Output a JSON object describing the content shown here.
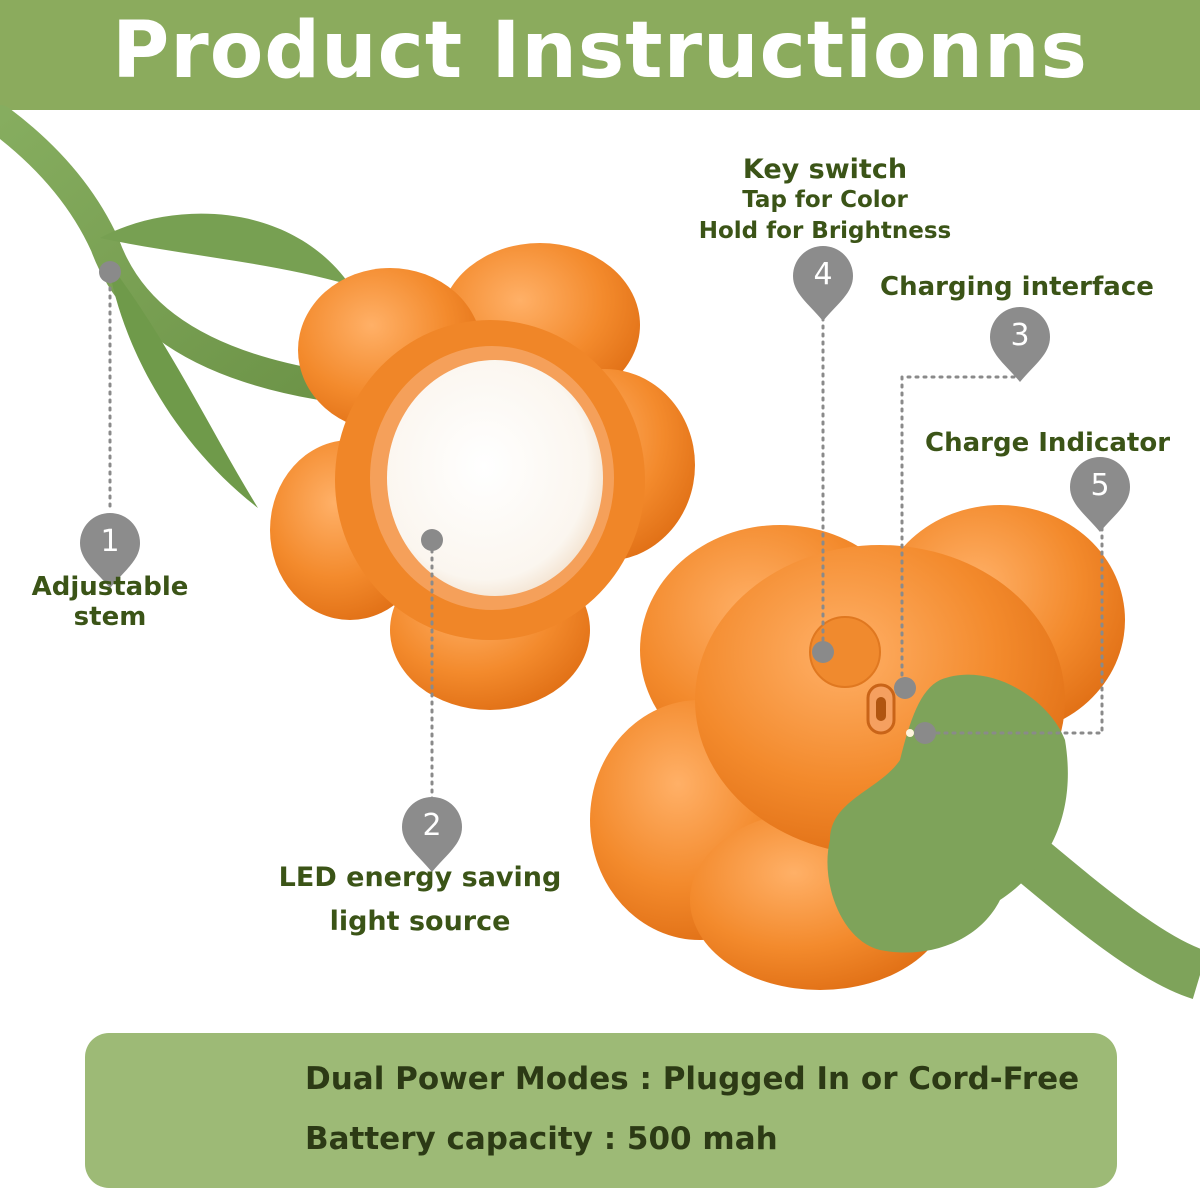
{
  "header": {
    "title": "Product Instructionns"
  },
  "labels": {
    "key_switch": "Key switch",
    "tap_color": "Tap for Color",
    "hold_brightness": "Hold for Brightness",
    "charging_interface": "Charging interface",
    "charge_indicator": "Charge Indicator",
    "adjustable_1": "Adjustable",
    "adjustable_2": "stem",
    "led_1": "LED energy saving",
    "led_2": "light source"
  },
  "pins": [
    "1",
    "2",
    "3",
    "4",
    "5"
  ],
  "banner": {
    "line1": "Dual Power Modes :  Plugged In or Cord-Free",
    "line2": "Battery capacity : 500 mah"
  },
  "colors": {
    "header_green": "#8bab5d",
    "text_green": "#3b5417",
    "orange": "#f2892c",
    "leaf_green": "#7ea35a",
    "pin_gray": "#8c8c8c"
  }
}
